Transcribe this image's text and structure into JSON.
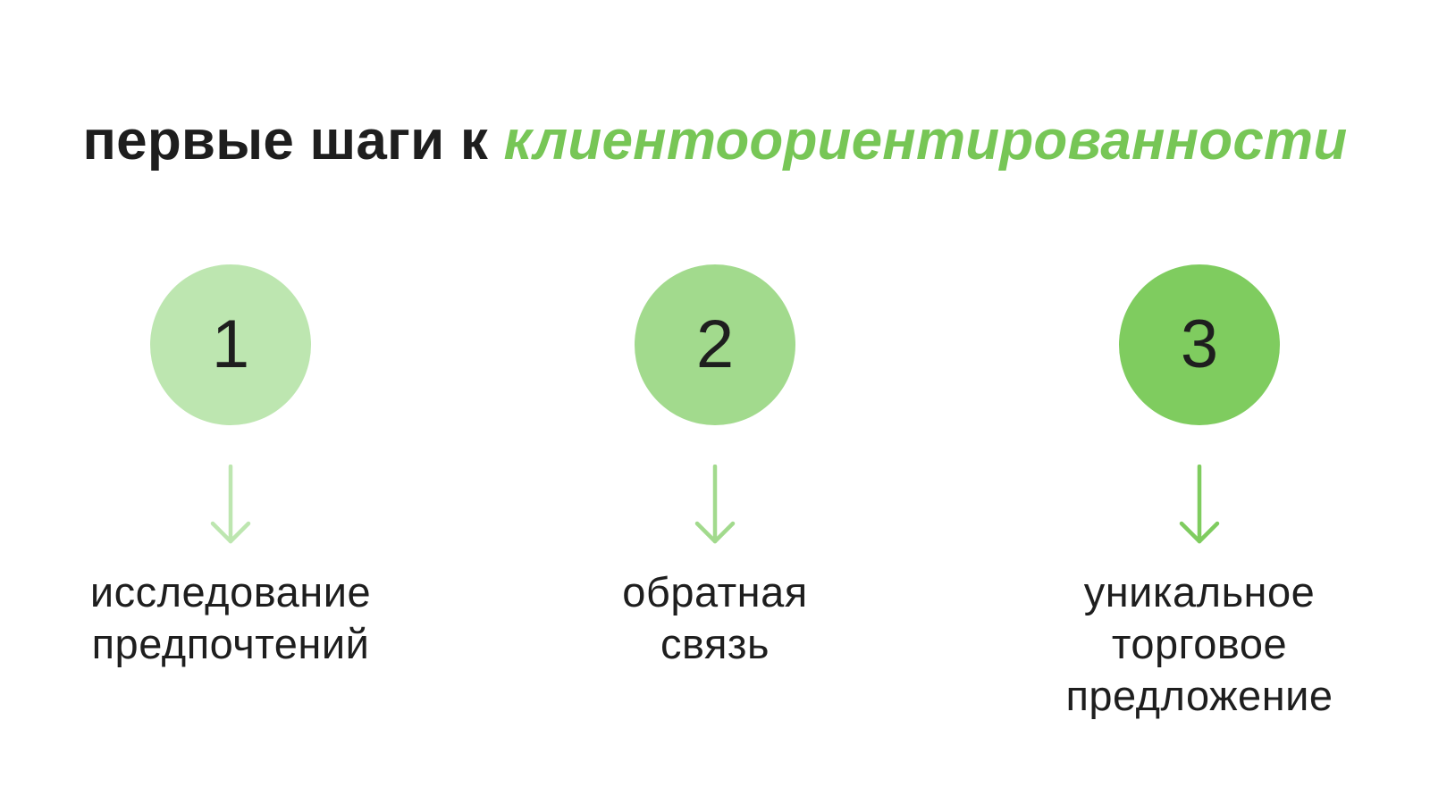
{
  "title": {
    "plain": "первые шаги к ",
    "accent": "клиентоориентированности",
    "accent_color": "#77c656",
    "text_color": "#1e1e1e"
  },
  "arrow_icon": "arrow-down-icon",
  "steps": [
    {
      "number": "1",
      "circle_color": "#bde6b0",
      "arrow_color": "#bde6b0",
      "label_lines": [
        "исследование",
        "предпочтений"
      ]
    },
    {
      "number": "2",
      "circle_color": "#a2da8d",
      "arrow_color": "#a2da8d",
      "label_lines": [
        "обратная",
        "связь"
      ]
    },
    {
      "number": "3",
      "circle_color": "#7fcc5f",
      "arrow_color": "#7fcc5f",
      "label_lines": [
        "уникальное",
        "торговое",
        "предложение"
      ]
    }
  ]
}
